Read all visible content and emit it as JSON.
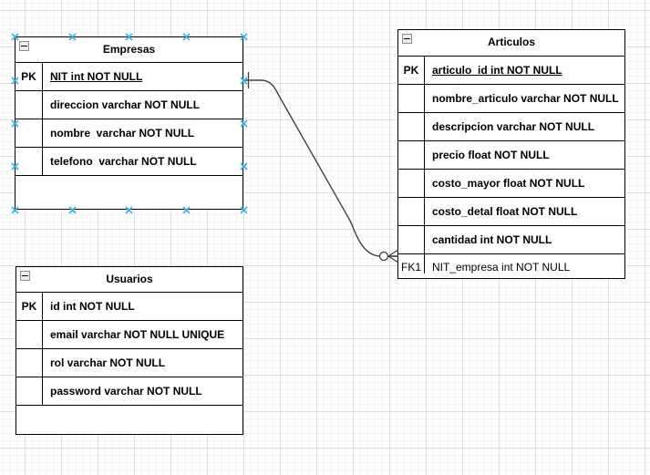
{
  "diagram": {
    "tables": [
      {
        "title": "Empresas",
        "rows": [
          {
            "key": "PK",
            "text": "NIT int NOT NULL"
          },
          {
            "key": "",
            "text": "direccion varchar NOT NULL"
          },
          {
            "key": "",
            "text": "nombre  varchar NOT NULL"
          },
          {
            "key": "",
            "text": "telefono  varchar NOT NULL"
          }
        ]
      },
      {
        "title": "Articulos",
        "rows": [
          {
            "key": "PK",
            "text": "articulo_id int NOT NULL"
          },
          {
            "key": "",
            "text": "nombre_articulo varchar NOT NULL"
          },
          {
            "key": "",
            "text": "descripcion varchar NOT NULL"
          },
          {
            "key": "",
            "text": "precio float NOT NULL"
          },
          {
            "key": "",
            "text": "costo_mayor float NOT NULL"
          },
          {
            "key": "",
            "text": "costo_detal float NOT NULL"
          },
          {
            "key": "",
            "text": "cantidad int NOT NULL"
          },
          {
            "key": "FK1",
            "text": "NIT_empresa int NOT NULL"
          }
        ]
      },
      {
        "title": "Usuarios",
        "rows": [
          {
            "key": "PK",
            "text": "id int NOT NULL"
          },
          {
            "key": "",
            "text": "email varchar NOT NULL UNIQUE"
          },
          {
            "key": "",
            "text": "rol varchar NOT NULL"
          },
          {
            "key": "",
            "text": "password varchar NOT NULL"
          }
        ]
      }
    ],
    "relationship": {
      "from_table": "Empresas",
      "from_column": "NIT int NOT NULL",
      "from_cardinality": "1",
      "to_table": "Articulos",
      "to_column": "NIT_empresa int NOT NULL",
      "to_cardinality": "0..N"
    },
    "colors": {
      "table_border": "#000000",
      "table_fill": "#ffffff",
      "text": "#000000",
      "connector": "#404040",
      "connection_point": "#29b6f2",
      "grid_major": "#e0e0e0",
      "grid_minor": "#f4f4f4"
    }
  }
}
